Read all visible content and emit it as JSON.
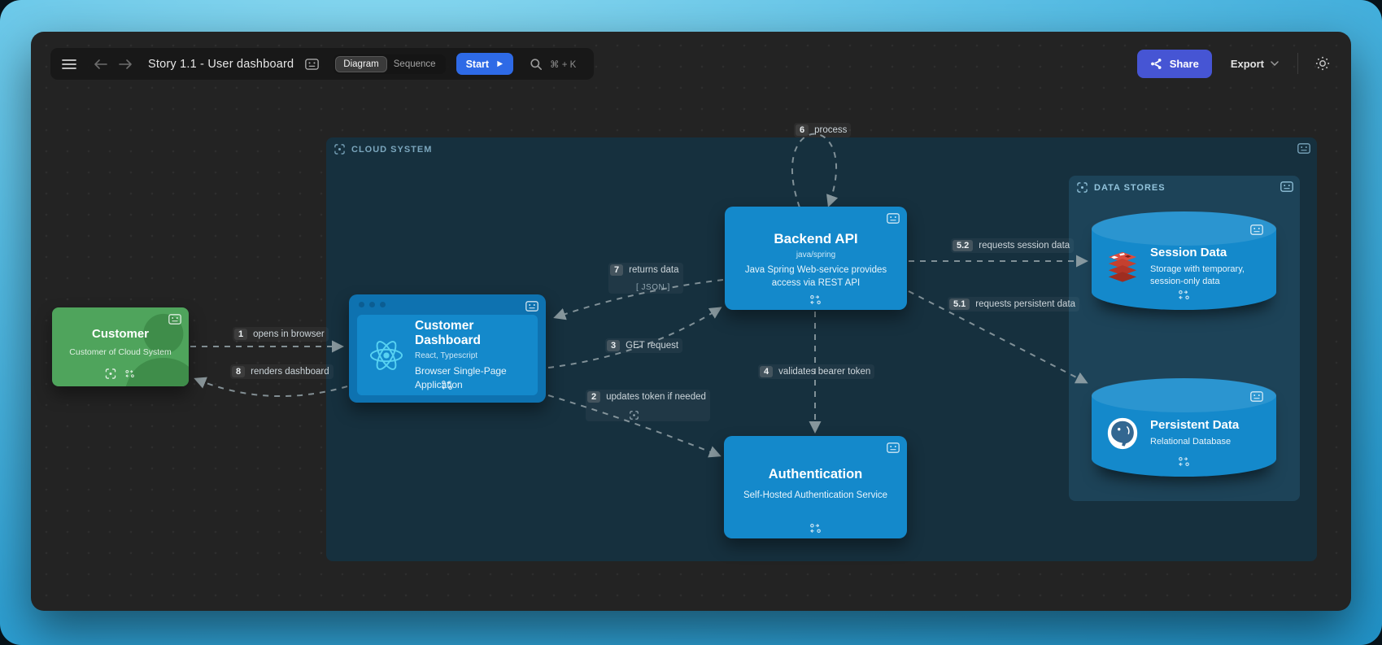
{
  "topbar": {
    "title": "Story 1.1 - User dashboard",
    "tab_diagram": "Diagram",
    "tab_sequence": "Sequence",
    "start_label": "Start",
    "search_shortcut": "⌘ + K",
    "share_label": "Share",
    "export_label": "Export"
  },
  "containers": {
    "cloud": {
      "label": "CLOUD SYSTEM"
    },
    "datastores": {
      "label": "DATA STORES"
    }
  },
  "nodes": {
    "customer": {
      "title": "Customer",
      "desc": "Customer of Cloud System"
    },
    "dashboard": {
      "title": "Customer Dashboard",
      "tech": "React, Typescript",
      "desc": "Browser Single-Page Application"
    },
    "backend": {
      "title": "Backend API",
      "tech": "java/spring",
      "desc": "Java Spring Web-service provides access via REST API"
    },
    "auth": {
      "title": "Authentication",
      "desc": "Self-Hosted Authentication Service"
    },
    "session": {
      "title": "Session Data",
      "desc": "Storage with temporary, session-only data"
    },
    "persistent": {
      "title": "Persistent Data",
      "desc": "Relational Database"
    }
  },
  "edges": {
    "e1": {
      "num": "1",
      "label": "opens in browser"
    },
    "e2": {
      "num": "2",
      "label": "updates token if needed"
    },
    "e3": {
      "num": "3",
      "label": "GET request"
    },
    "e4": {
      "num": "4",
      "label": "validates bearer token"
    },
    "e51": {
      "num": "5.1",
      "label": "requests persistent data"
    },
    "e52": {
      "num": "5.2",
      "label": "requests session data"
    },
    "e6": {
      "num": "6",
      "label": "process"
    },
    "e7": {
      "num": "7",
      "label": "returns data",
      "sub": "[ JSON ]"
    },
    "e8": {
      "num": "8",
      "label": "renders dashboard"
    }
  },
  "icons": {
    "menu": "hamburger-icon",
    "back": "arrow-left-icon",
    "forward": "arrow-right-icon",
    "badge": "id-card-icon",
    "focus": "focus-corners-icon",
    "play": "play-icon",
    "search": "magnifier-icon",
    "share": "share-nodes-icon",
    "chevron": "chevron-down-icon",
    "theme": "sun-icon",
    "connections": "connections-icon",
    "react": "react-logo-icon",
    "redis": "redis-logo-icon",
    "postgres": "postgresql-logo-icon",
    "person": "person-silhouette"
  },
  "colors": {
    "node_blue": "#1489cb",
    "customer_green": "#4fa45c",
    "share_button": "#4655d4",
    "start_button": "#2e6ae6",
    "canvas_bg": "#232323",
    "cloud_container": "#16303e",
    "datastores_container": "#1d4358",
    "edge_stroke": "#93a1a7",
    "page_gradient_top": "#8edcf2",
    "page_gradient_bottom": "#1d8ec4"
  }
}
